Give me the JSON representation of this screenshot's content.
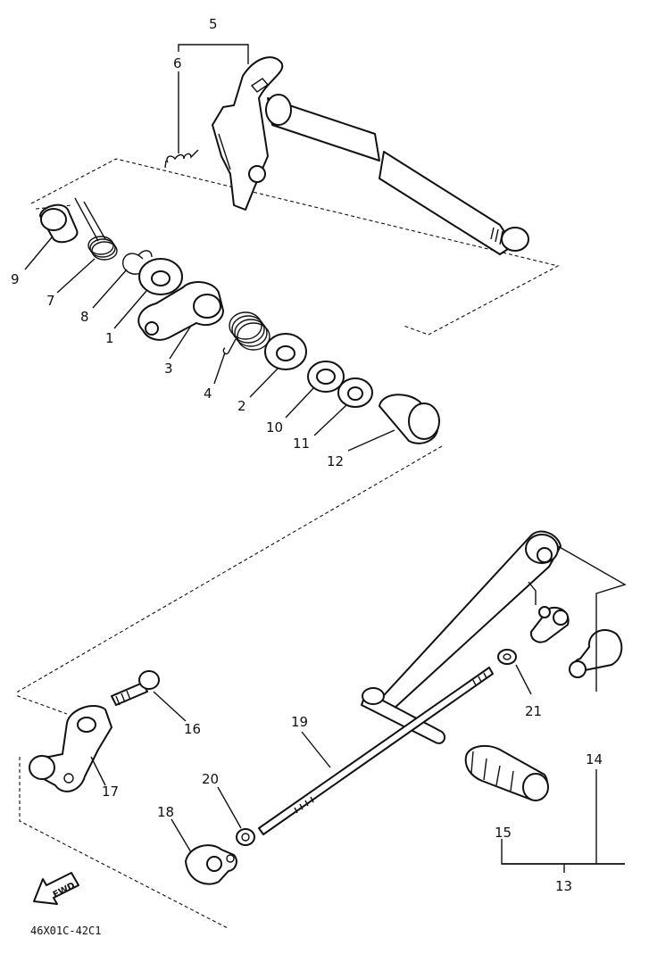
{
  "callouts": [
    "1",
    "2",
    "3",
    "4",
    "5",
    "6",
    "7",
    "8",
    "9",
    "10",
    "11",
    "12",
    "13",
    "14",
    "15",
    "16",
    "17",
    "18",
    "19",
    "20",
    "21"
  ],
  "fwd_label": "FWD",
  "diagram_code": "46X01C-42C1"
}
